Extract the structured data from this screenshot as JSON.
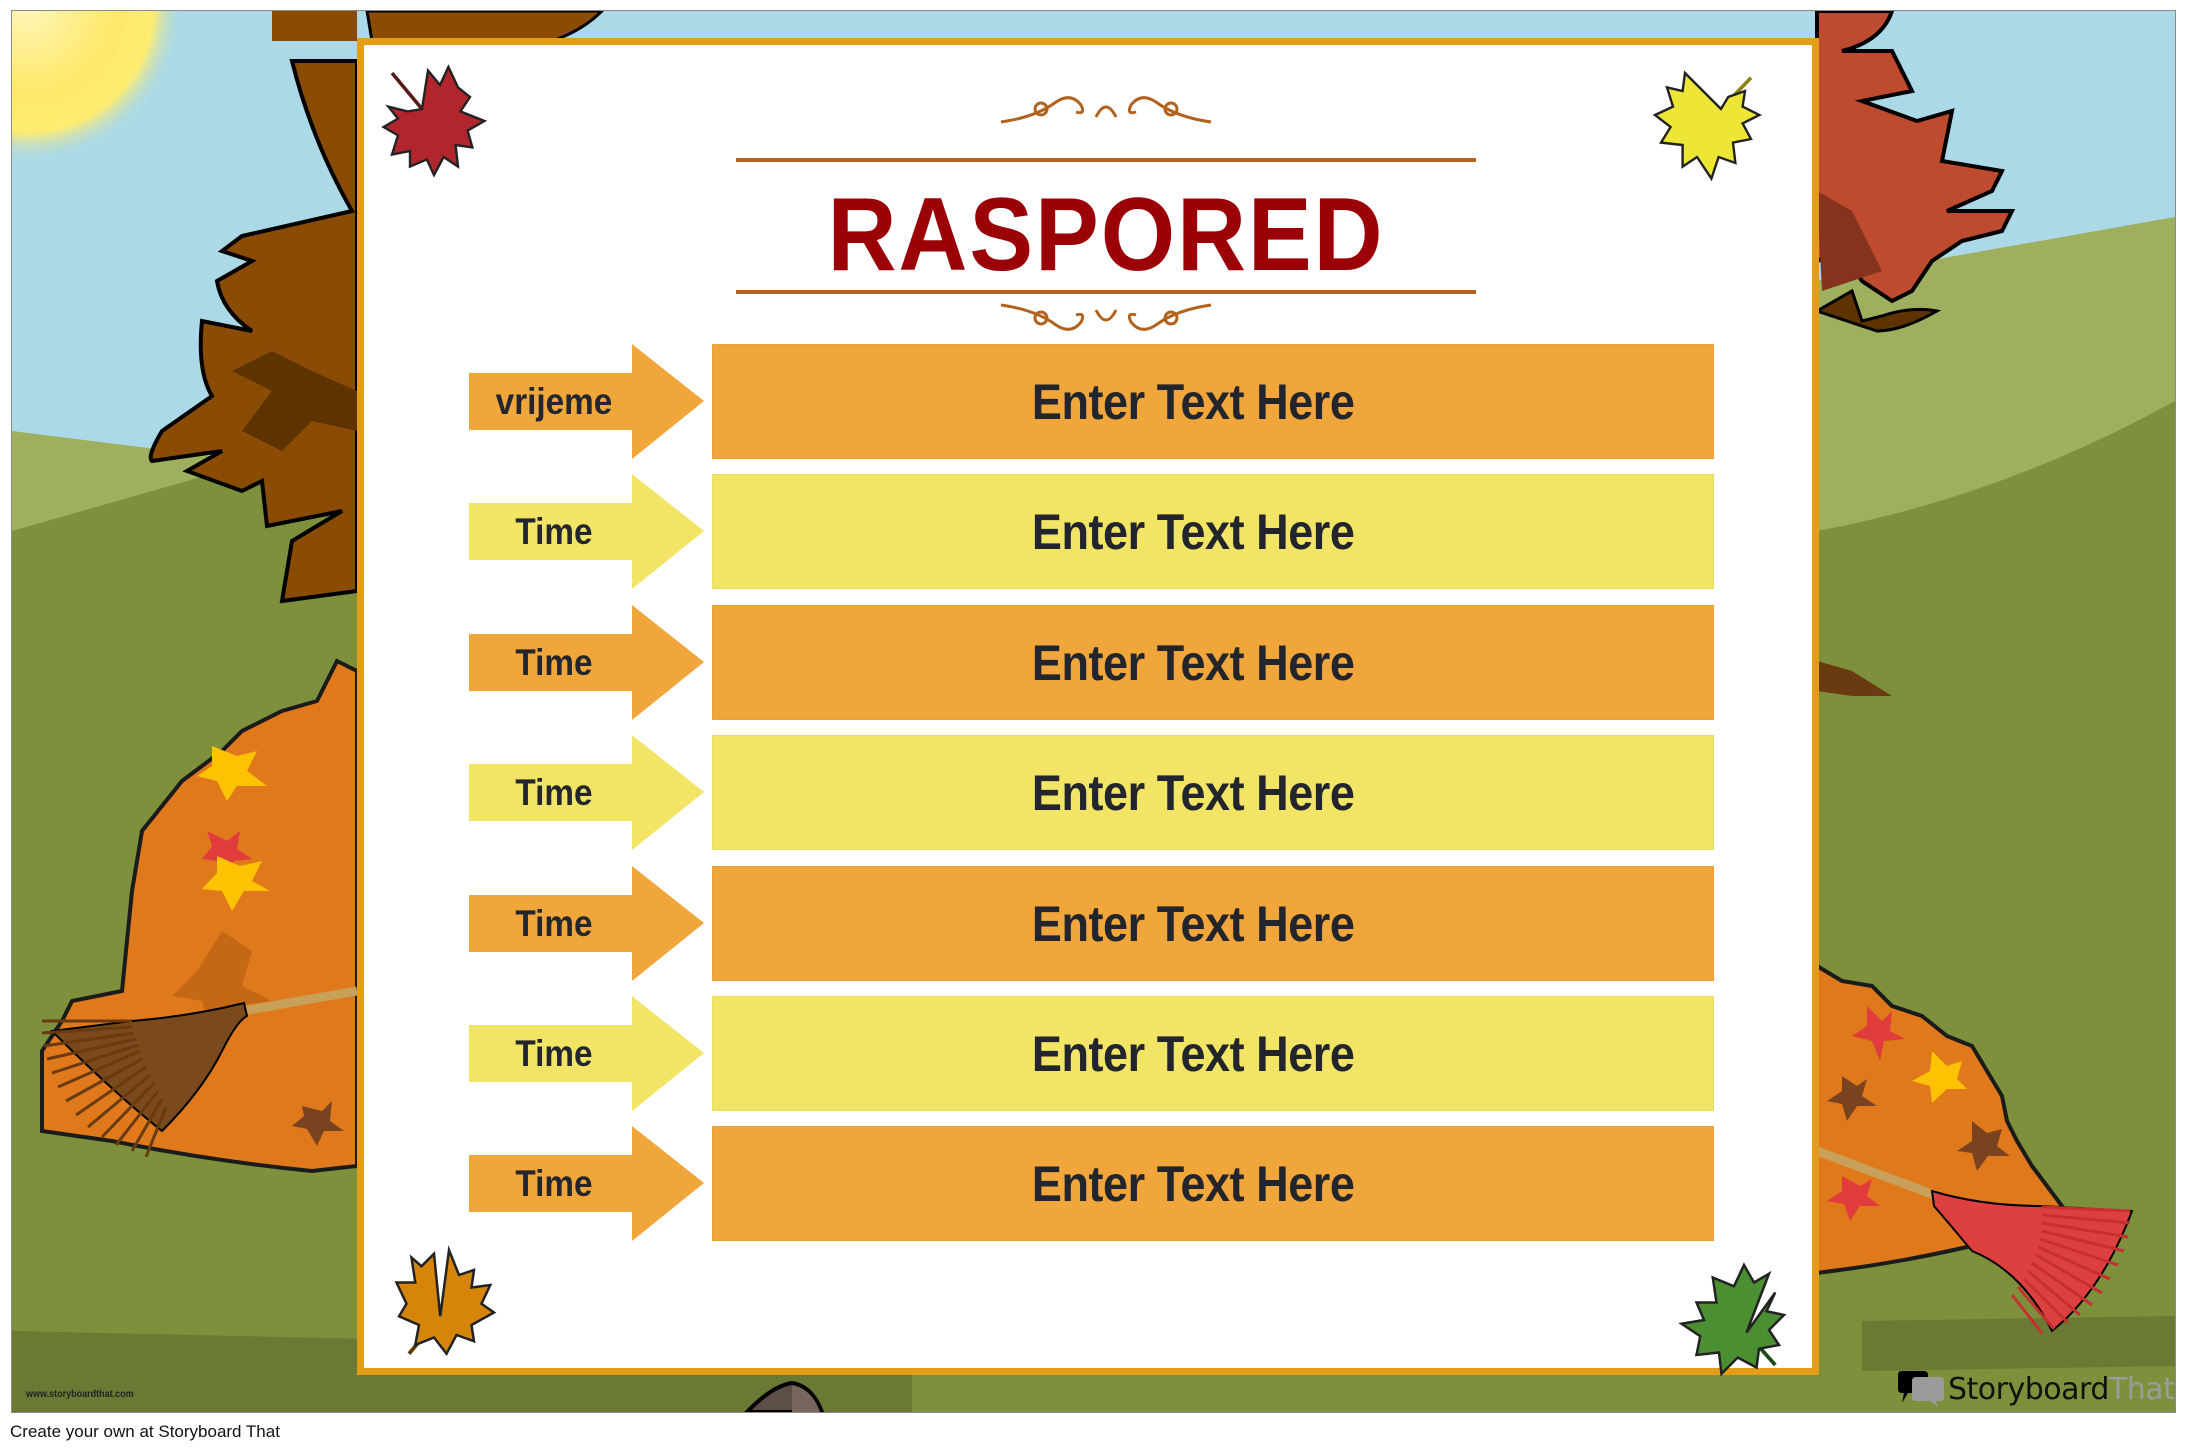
{
  "poster": {
    "title": "RASPORED",
    "rows": [
      {
        "time_label": "vrijeme",
        "text": "Enter Text Here",
        "color": "orange"
      },
      {
        "time_label": "Time",
        "text": "Enter Text Here",
        "color": "yellow"
      },
      {
        "time_label": "Time",
        "text": "Enter Text Here",
        "color": "orange"
      },
      {
        "time_label": "Time",
        "text": "Enter Text Here",
        "color": "yellow"
      },
      {
        "time_label": "Time",
        "text": "Enter Text Here",
        "color": "orange"
      },
      {
        "time_label": "Time",
        "text": "Enter Text Here",
        "color": "yellow"
      },
      {
        "time_label": "Time",
        "text": "Enter Text Here",
        "color": "orange"
      }
    ],
    "corner_leaves": [
      {
        "position": "top-left",
        "color": "#b0262c"
      },
      {
        "position": "top-right",
        "color": "#ede635"
      },
      {
        "position": "bottom-left",
        "color": "#d4850a"
      },
      {
        "position": "bottom-right",
        "color": "#4a8f32"
      }
    ]
  },
  "colors": {
    "title": "#9a0006",
    "rule": "#b0621e",
    "card_border": "#e39d18",
    "orange_bar": "#f1a63b",
    "yellow_bar": "#f2e566",
    "sky": "#abd9e7",
    "hill_light": "#9eb05e",
    "hill_dark": "#7d903c"
  },
  "branding": {
    "watermark": "www.storyboardthat.com",
    "logo_primary": "Storyboard",
    "logo_secondary": "That",
    "footer": "Create your own at Storyboard That"
  }
}
